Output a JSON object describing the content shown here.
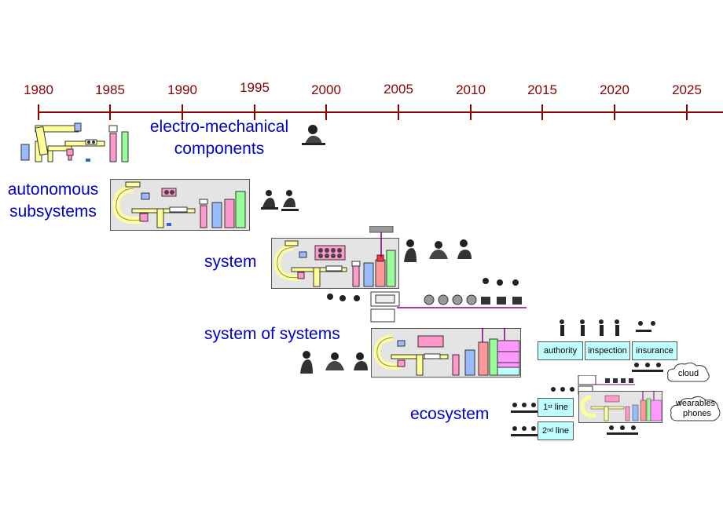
{
  "timeline": {
    "years": [
      "1980",
      "1985",
      "1990",
      "1995",
      "2000",
      "2005",
      "2010",
      "2015",
      "2020",
      "2025"
    ]
  },
  "phases": {
    "electro_mechanical": [
      "electro-mechanical",
      "components"
    ],
    "autonomous": [
      "autonomous",
      "subsystems"
    ],
    "system": "system",
    "system_of_systems": "system of systems",
    "ecosystem": "ecosystem"
  },
  "ecosystem_boxes": {
    "authority": "authority",
    "inspection": "inspection",
    "insurance": "insurance",
    "first_line_num": "1",
    "first_line_sup": "st",
    "first_line_word": "line",
    "second_line_num": "2",
    "second_line_sup": "nd",
    "second_line_word": "line"
  },
  "clouds": {
    "cloud": "cloud",
    "wearables": "wearables",
    "phones": "phones"
  },
  "colors": {
    "timeline": "#8B0000",
    "phase_text": "#0000CC",
    "panel": "#E4E4E4",
    "machine": "#FFFF99",
    "cyan": "#BFFFFF",
    "link": "#800080"
  }
}
